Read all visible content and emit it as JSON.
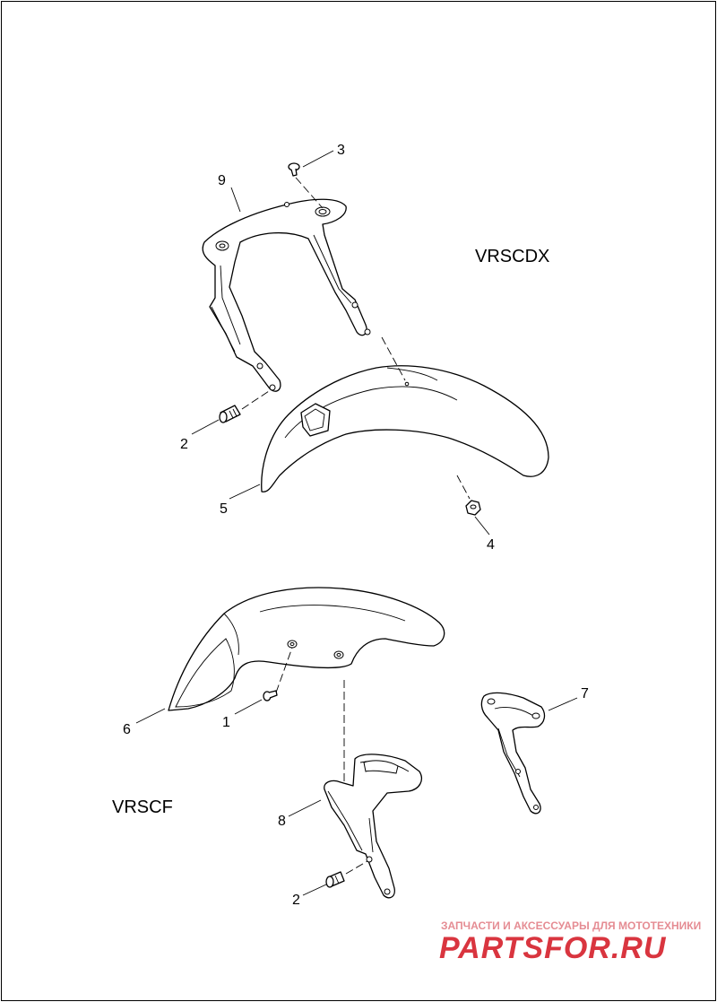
{
  "diagram": {
    "models": {
      "top": "VRSCDX",
      "bottom": "VRSCF"
    },
    "callouts": {
      "c1": "1",
      "c2a": "2",
      "c2b": "2",
      "c3": "3",
      "c4": "4",
      "c5": "5",
      "c6": "6",
      "c7": "7",
      "c8": "8",
      "c9": "9"
    }
  },
  "watermark": {
    "tagline": "ЗАПЧАСТИ И АКСЕССУАРЫ ДЛЯ МОТОТЕХНИКИ",
    "brand": "PARTSFOR.RU"
  }
}
